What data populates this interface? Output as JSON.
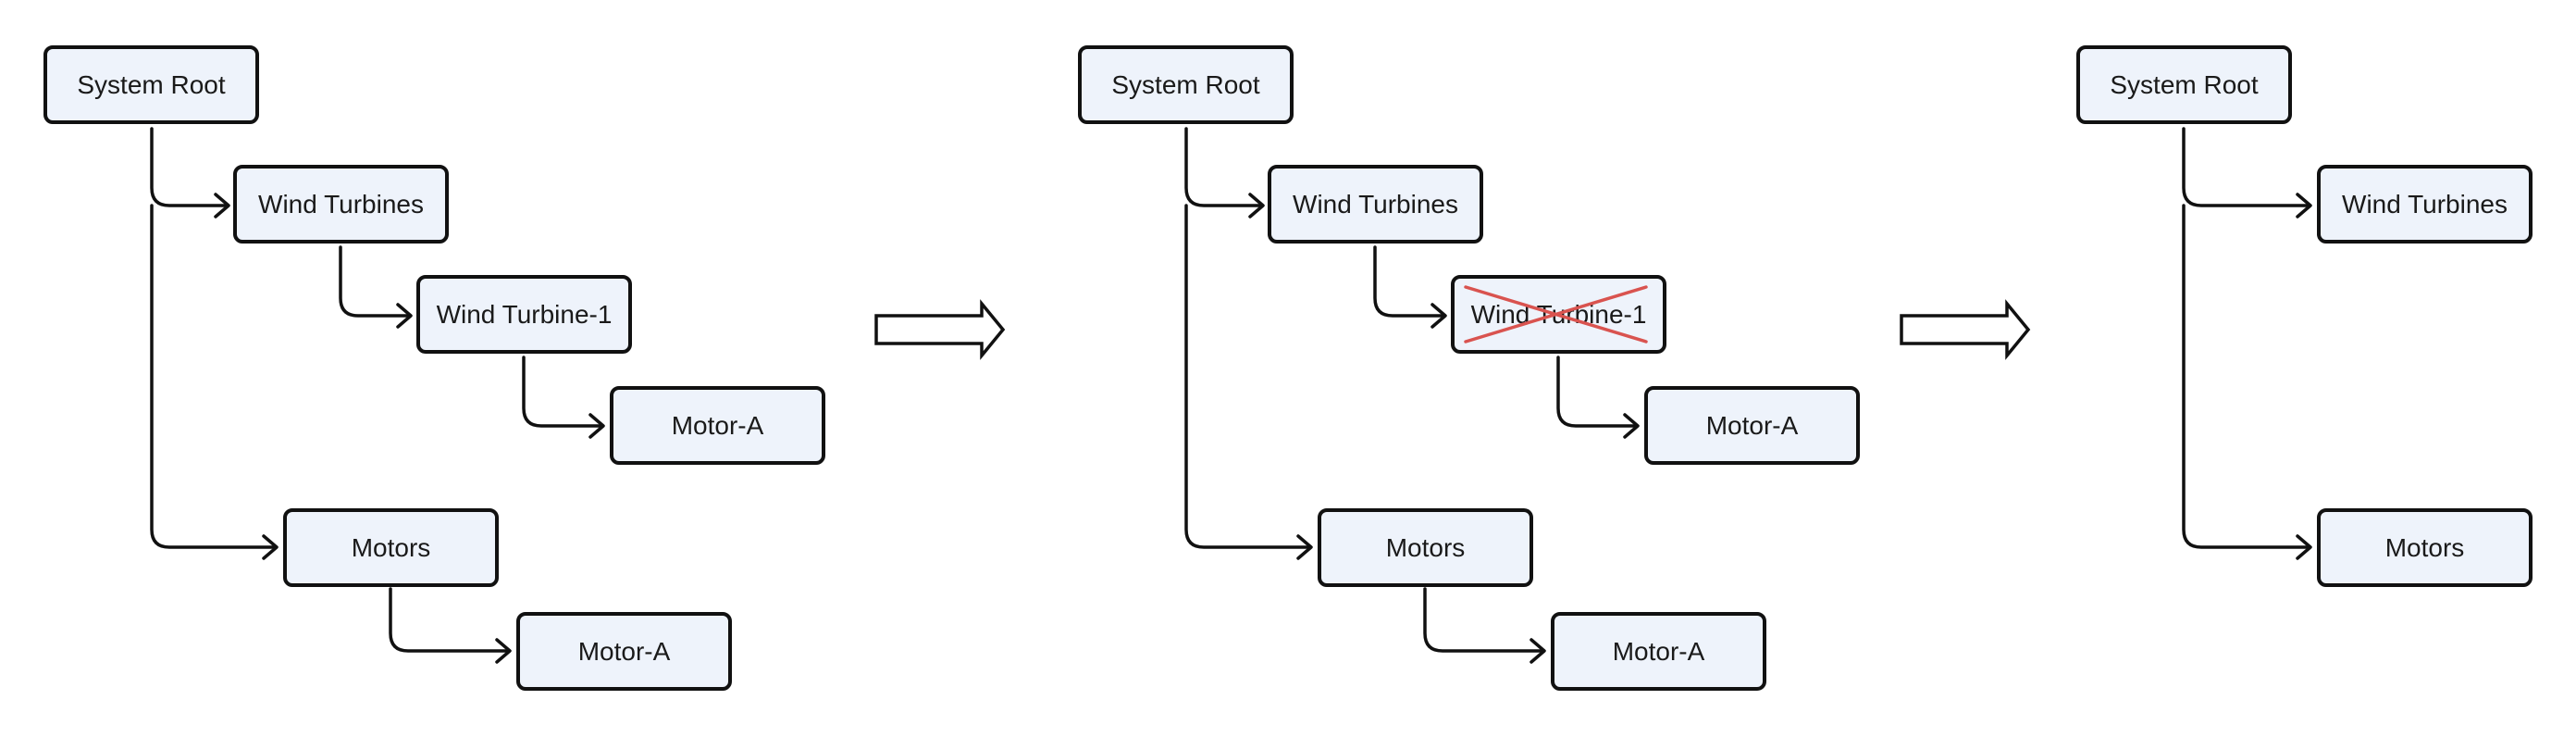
{
  "panels": [
    {
      "nodes": [
        {
          "label": "System Root"
        },
        {
          "label": "Wind Turbines"
        },
        {
          "label": "Wind Turbine-1"
        },
        {
          "label": "Motor-A"
        },
        {
          "label": "Motors"
        },
        {
          "label": "Motor-A"
        }
      ]
    },
    {
      "nodes": [
        {
          "label": "System Root"
        },
        {
          "label": "Wind Turbines"
        },
        {
          "label": "Wind Turbine-1",
          "deleted": true
        },
        {
          "label": "Motor-A"
        },
        {
          "label": "Motors"
        },
        {
          "label": "Motor-A"
        }
      ]
    },
    {
      "nodes": [
        {
          "label": "System Root"
        },
        {
          "label": "Wind Turbines"
        },
        {
          "label": "Motors"
        }
      ]
    }
  ],
  "colors": {
    "node_fill": "#eef3fb",
    "stroke": "#111111",
    "delete_mark": "#d9534f"
  }
}
